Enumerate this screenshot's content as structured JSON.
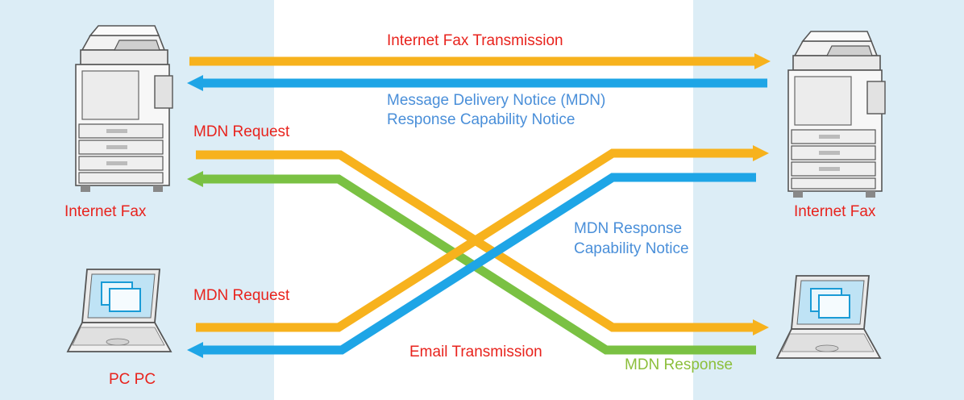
{
  "colors": {
    "panel": "#dcedf6",
    "orange": "#f7b21d",
    "blue": "#1ea5e6",
    "green": "#7ac143",
    "label_red": "#e8231d",
    "label_blue": "#4a8fd9",
    "label_green": "#8cbf3b"
  },
  "devices": {
    "internet_fax_left": {
      "label": "Internet Fax",
      "icon": "multifunction-printer-icon"
    },
    "internet_fax_right": {
      "label": "Internet Fax",
      "icon": "multifunction-printer-icon"
    },
    "pc_left": {
      "label": "PC PC",
      "icon": "laptop-icon"
    },
    "pc_right": {
      "label": "",
      "icon": "laptop-icon"
    }
  },
  "flows": {
    "internet_fax_transmission": "Internet Fax Transmission",
    "mdn_line1": "Message Delivery Notice (MDN)",
    "mdn_line2": "Response Capability Notice",
    "mdn_request_fax": "MDN Request",
    "mdn_response_line1": "MDN Response",
    "mdn_response_line2": "Capability Notice",
    "mdn_request_pc": "MDN Request",
    "email_transmission": "Email Transmission",
    "mdn_response": "MDN Response"
  }
}
